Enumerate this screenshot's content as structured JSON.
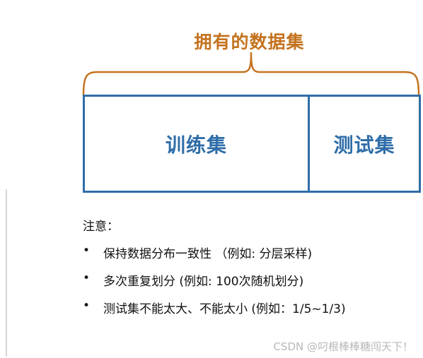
{
  "diagram": {
    "title": "拥有的数据集",
    "train_label": "训练集",
    "test_label": "测试集"
  },
  "notes": {
    "heading": "注意：",
    "bullet": "•",
    "items": [
      "保持数据分布一致性 （例如: 分层采样)",
      "多次重复划分 (例如: 100次随机划分)",
      "测试集不能太大、不能太小 (例如：1/5~1/3)"
    ]
  },
  "watermark": "CSDN @叼根棒棒糖闯天下！",
  "colors": {
    "title": "#c4731f",
    "brace": "#c4731f",
    "box": "#2f6da8",
    "text": "#111111",
    "watermark": "#b8b8b8"
  }
}
